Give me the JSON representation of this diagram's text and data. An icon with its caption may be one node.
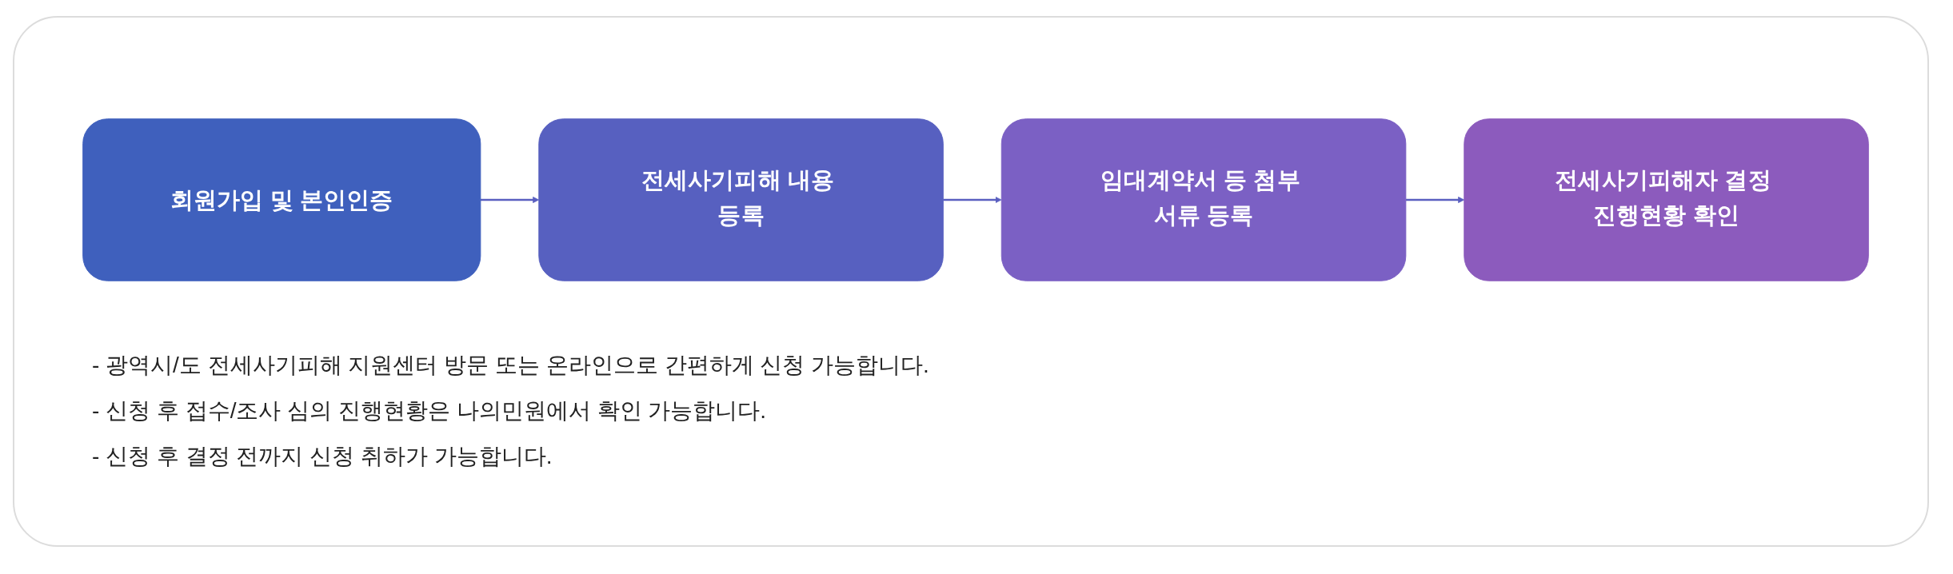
{
  "diagram": {
    "nodes": [
      {
        "text": [
          "회원가입 및 본인인증"
        ]
      },
      {
        "text": [
          "전세사기피해 내용 등록"
        ]
      },
      {
        "text": [
          "임대계약서 등 첨부 서류 등록"
        ]
      },
      {
        "text": [
          "전세사기피해자 결정 진행현황 확인"
        ]
      }
    ],
    "edges": [
      {
        "from": 0,
        "to": 1,
        "arrow": "to"
      },
      {
        "from": 1,
        "to": 2,
        "arrow": "to"
      },
      {
        "from": 2,
        "to": 3,
        "arrow": "to"
      }
    ],
    "labels": [
      "- 광역시/도 전세사기피해 지원센터 방문 또는 온라인으로 간편하게 신청 가능합니다.",
      "- 신청 후 접수/조사 심의 진행현황은 나의민원에서 확인 가능합니다.",
      "- 신청 후 결정 전까지 신청 취하가 가능합니다."
    ]
  }
}
